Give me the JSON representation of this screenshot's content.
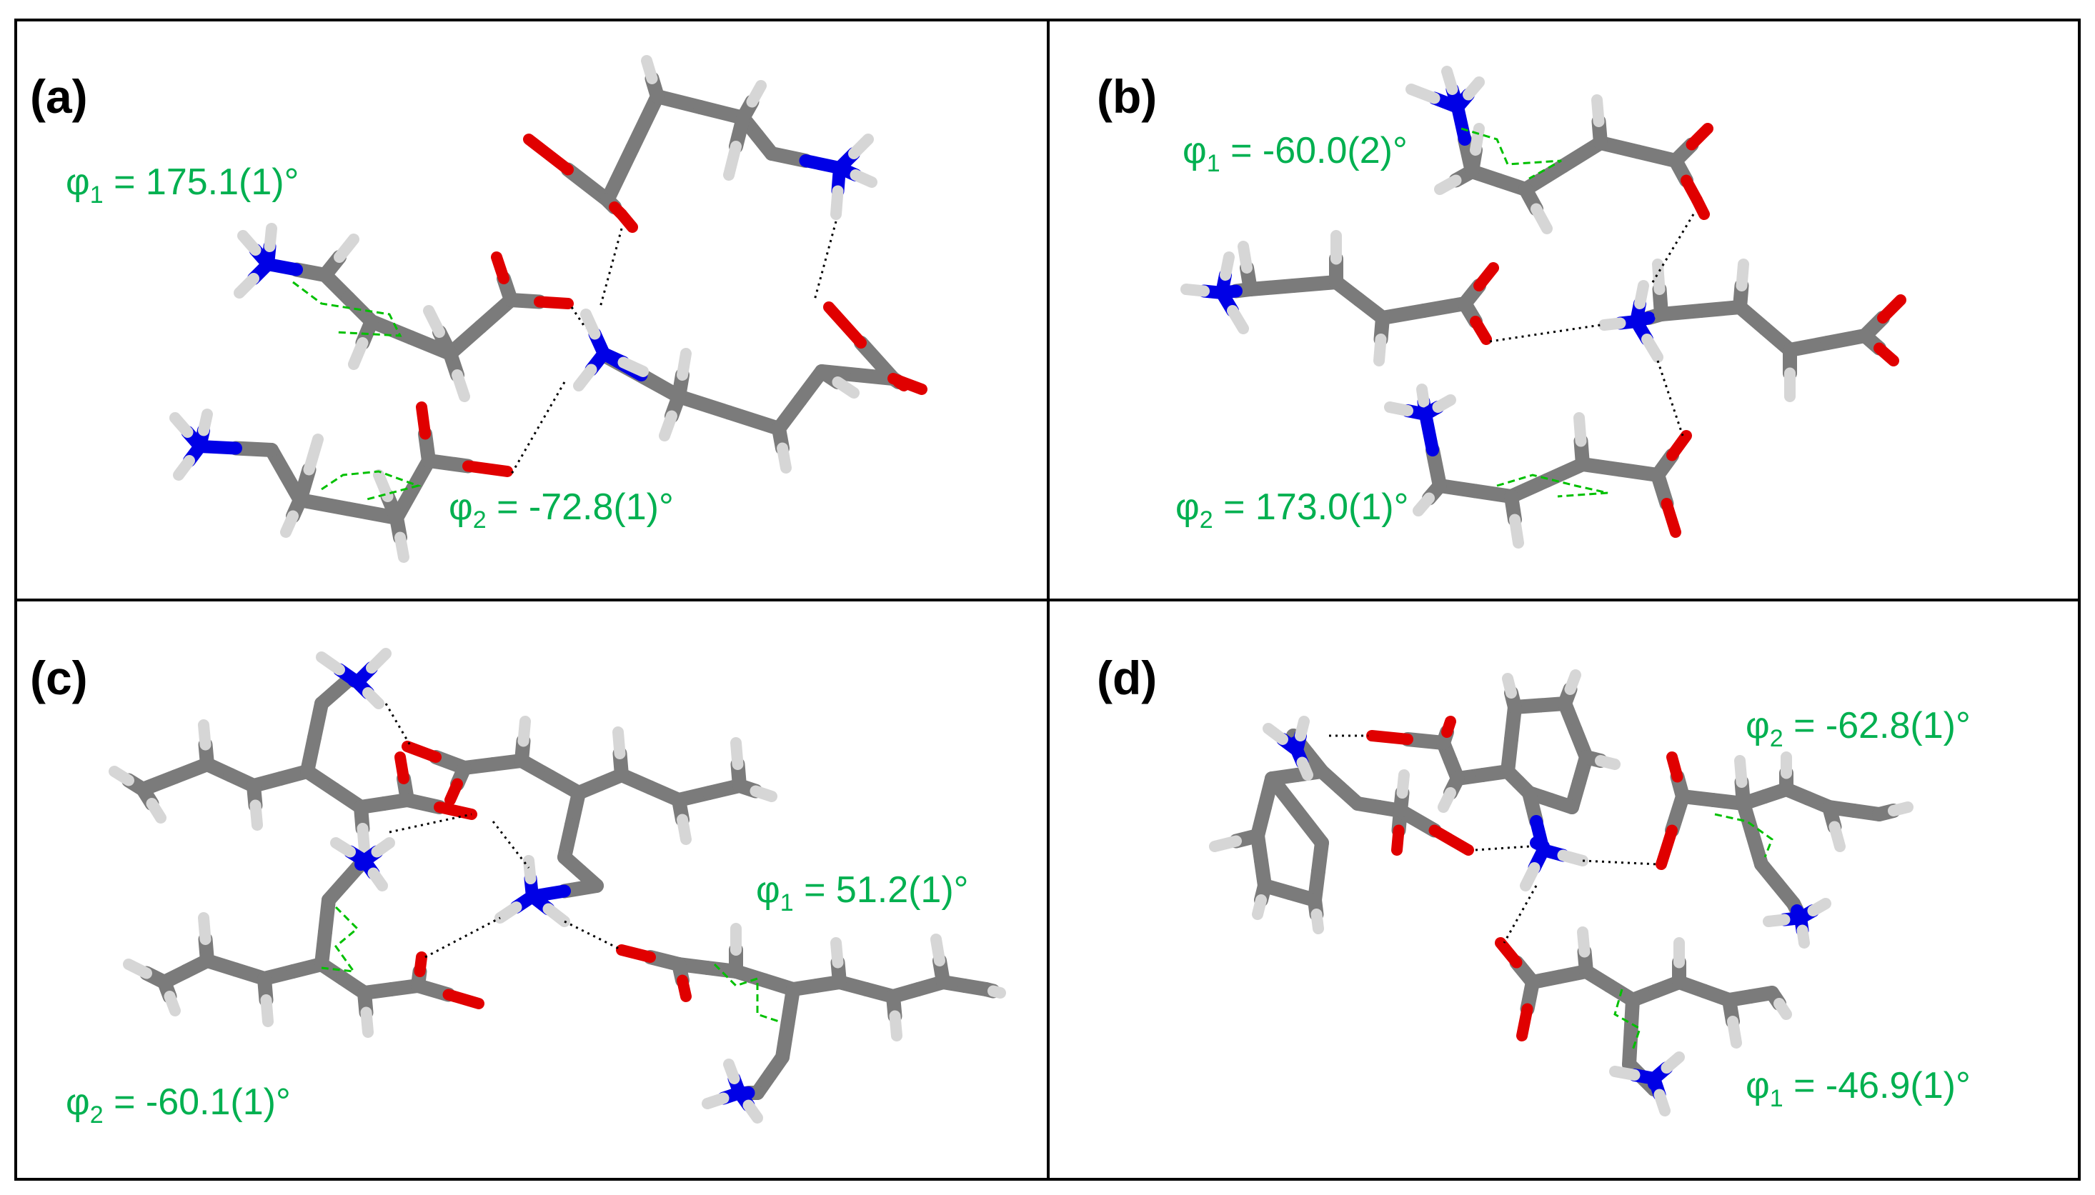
{
  "colors": {
    "background": "#ffffff",
    "frame": "#000000",
    "carbon_bond": "#7b7b7b",
    "hydrogen": "#d6d6d6",
    "oxygen": "#e00000",
    "nitrogen": "#0000e6",
    "torsion_marker": "#00c000",
    "hbond": "#000000",
    "angle_text": "#00b050"
  },
  "panels": [
    {
      "id": "a",
      "label": "(a)",
      "angles": [
        {
          "symbol": "φ",
          "sub": "1",
          "value": " = 175.1(1)°"
        },
        {
          "symbol": "φ",
          "sub": "2",
          "value": " = -72.8(1)°"
        }
      ]
    },
    {
      "id": "b",
      "label": "(b)",
      "angles": [
        {
          "symbol": "φ",
          "sub": "1",
          "value": " = -60.0(2)°"
        },
        {
          "symbol": "φ",
          "sub": "2",
          "value": " = 173.0(1)°"
        }
      ]
    },
    {
      "id": "c",
      "label": "(c)",
      "angles": [
        {
          "symbol": "φ",
          "sub": "1",
          "value": " = 51.2(1)°"
        },
        {
          "symbol": "φ",
          "sub": "2",
          "value": " = -60.1(1)°"
        }
      ]
    },
    {
      "id": "d",
      "label": "(d)",
      "angles": [
        {
          "symbol": "φ",
          "sub": "2",
          "value": " = -62.8(1)°"
        },
        {
          "symbol": "φ",
          "sub": "1",
          "value": " = -46.9(1)°"
        }
      ]
    }
  ]
}
